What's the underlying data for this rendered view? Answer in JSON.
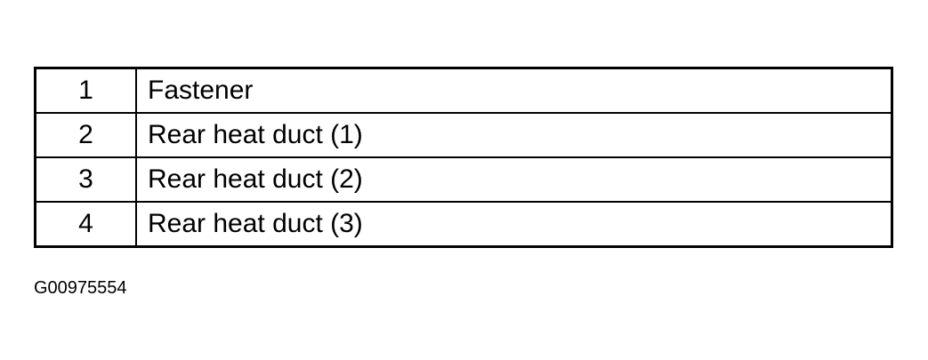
{
  "legend": {
    "rows": [
      {
        "number": "1",
        "description": "Fastener"
      },
      {
        "number": "2",
        "description": "Rear heat duct (1)"
      },
      {
        "number": "3",
        "description": "Rear heat duct (2)"
      },
      {
        "number": "4",
        "description": "Rear heat duct (3)"
      }
    ]
  },
  "figure_id": "G00975554"
}
